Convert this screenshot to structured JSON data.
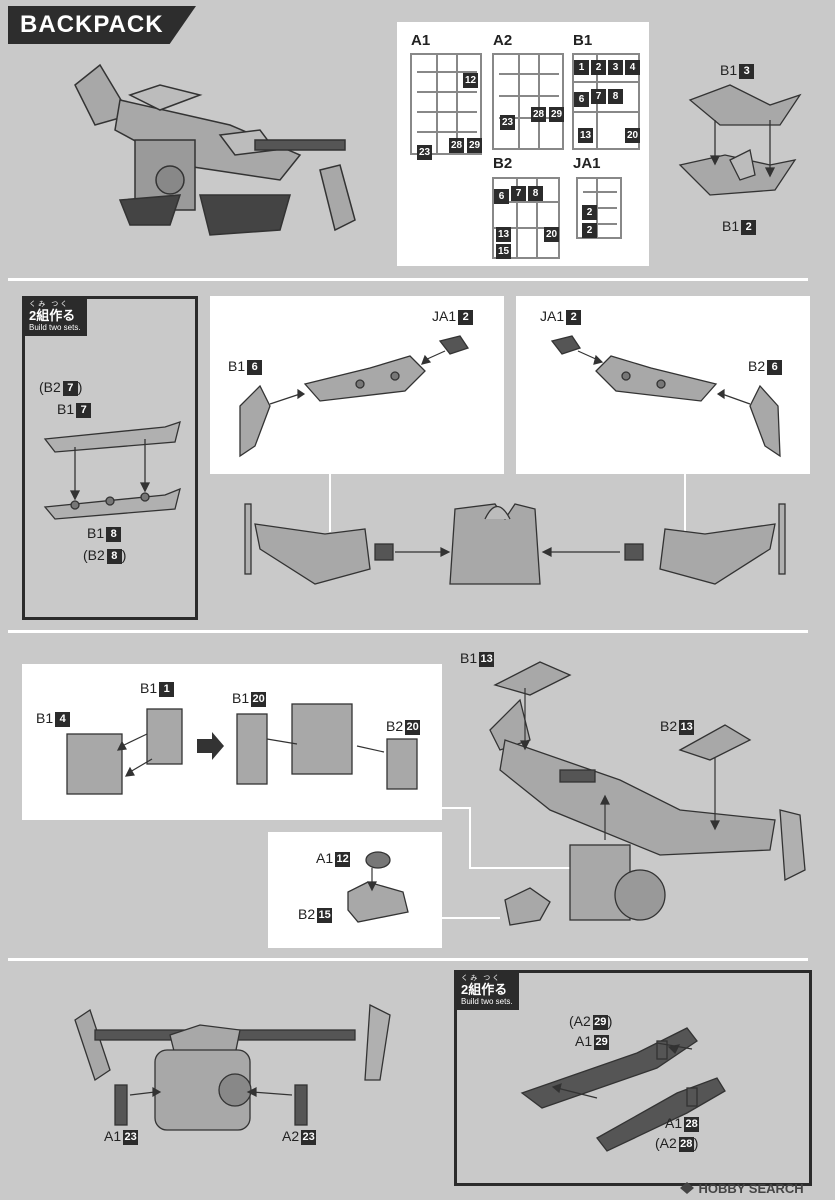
{
  "title": "BACKPACK",
  "runner_panel": {
    "sprues": [
      {
        "name": "A1",
        "parts": [
          "12",
          "23",
          "28",
          "29"
        ]
      },
      {
        "name": "A2",
        "parts": [
          "23",
          "28",
          "29"
        ]
      },
      {
        "name": "B1",
        "parts": [
          "1",
          "2",
          "3",
          "4",
          "6",
          "7",
          "8",
          "13",
          "20"
        ]
      },
      {
        "name": "B2",
        "parts": [
          "6",
          "7",
          "8",
          "13",
          "15",
          "20"
        ]
      },
      {
        "name": "JA1",
        "parts": [
          "2",
          "2"
        ]
      }
    ]
  },
  "step1": {
    "label_top": {
      "sprue": "B1",
      "part": "3"
    },
    "label_bottom": {
      "sprue": "B1",
      "part": "2"
    }
  },
  "build_two": {
    "furigana": "くみ つく",
    "jp": "2組作る",
    "en": "Build two sets."
  },
  "step2": {
    "top_label": "(B2",
    "top_part": "7",
    "top_close": ")",
    "top_label2": "B1",
    "top_part2": "7",
    "bot_label": "B1",
    "bot_part": "8",
    "bot_label2": "(B2",
    "bot_part2": "8",
    "bot_close2": ")"
  },
  "step3": {
    "left": {
      "connector": "JA1",
      "connector_part": "2",
      "fin": "B1",
      "fin_part": "6"
    },
    "right": {
      "connector": "JA1",
      "connector_part": "2",
      "fin": "B2",
      "fin_part": "6"
    }
  },
  "step4": {
    "b1_1": {
      "sprue": "B1",
      "part": "1"
    },
    "b1_4": {
      "sprue": "B1",
      "part": "4"
    },
    "b1_20": {
      "sprue": "B1",
      "part": "20"
    },
    "b2_20": {
      "sprue": "B2",
      "part": "20"
    },
    "a1_12": {
      "sprue": "A1",
      "part": "12"
    },
    "b2_15": {
      "sprue": "B2",
      "part": "15"
    },
    "b1_13": {
      "sprue": "B1",
      "part": "13"
    },
    "b2_13": {
      "sprue": "B2",
      "part": "13"
    }
  },
  "step5": {
    "a1_23": {
      "sprue": "A1",
      "part": "23"
    },
    "a2_23": {
      "sprue": "A2",
      "part": "23"
    },
    "a2_29": {
      "open": "(A2",
      "part": "29",
      "close": ")"
    },
    "a1_29": {
      "sprue": "A1",
      "part": "29"
    },
    "a1_28": {
      "sprue": "A1",
      "part": "28"
    },
    "a2_28": {
      "open": "(A2",
      "part": "28",
      "close": ")"
    }
  },
  "watermark": "HOBBY SEARCH",
  "colors": {
    "ink": "#2b2b2b",
    "bg": "#c9c9c9",
    "panel": "#ffffff",
    "part_fill": "#9a9a9a",
    "part_dark": "#3d3d3d"
  }
}
